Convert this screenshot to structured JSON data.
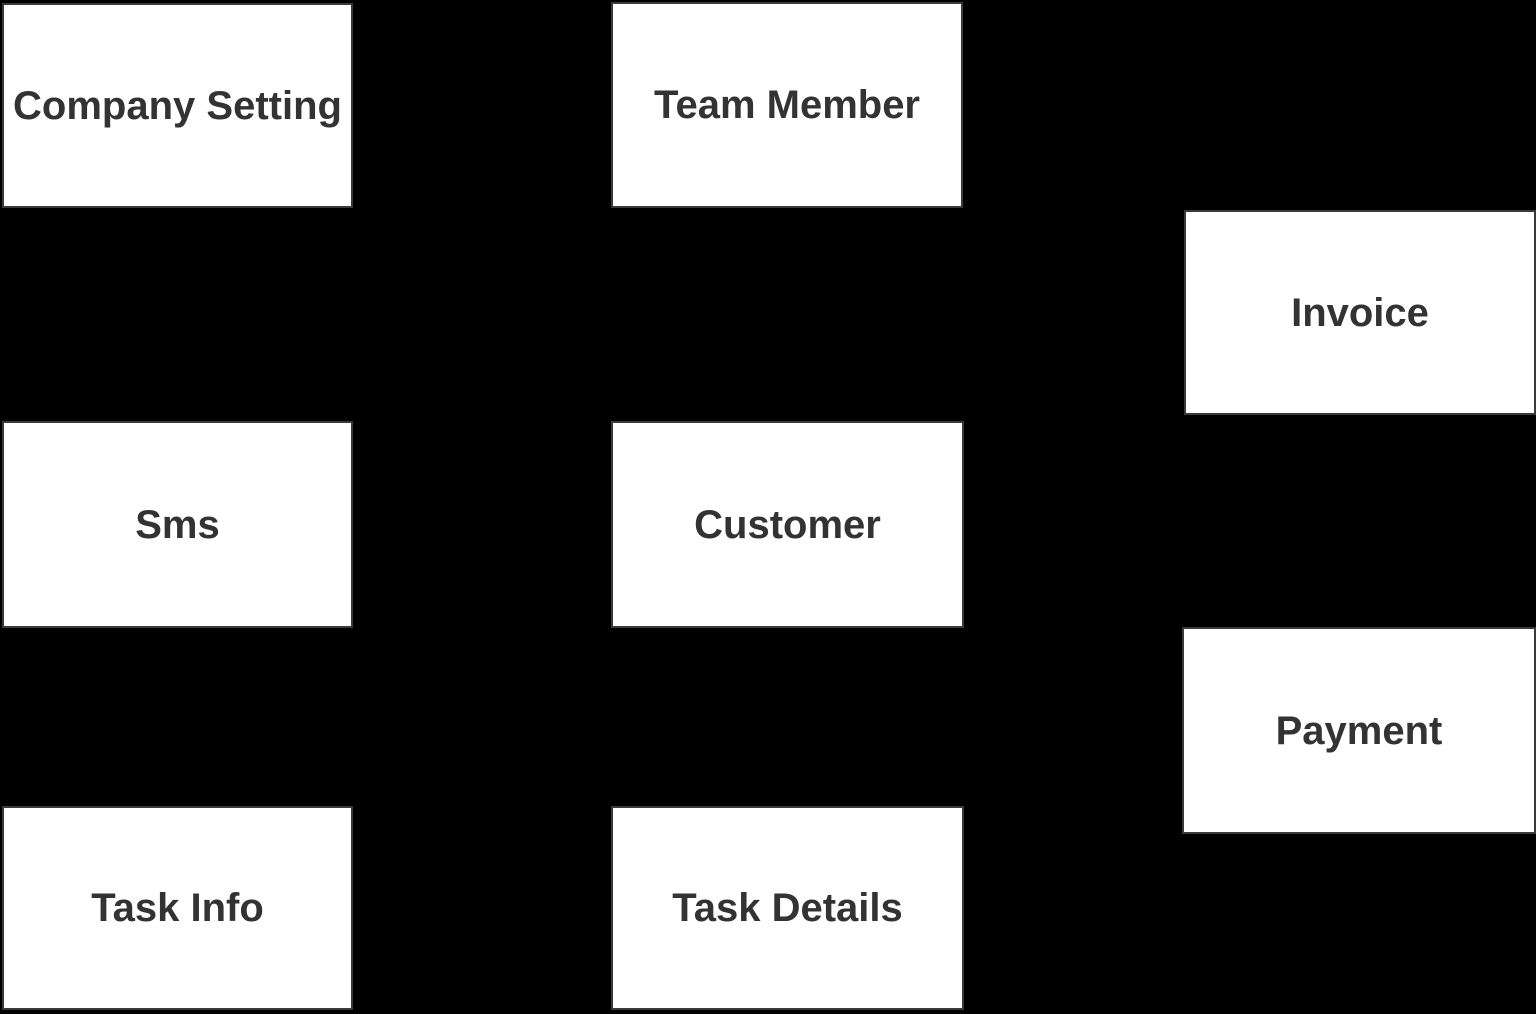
{
  "diagram": {
    "type": "entity-relationship-diagram",
    "theme": {
      "background": "#000000",
      "node_fill": "#ffffff",
      "node_border": "#3a3a3a",
      "node_text_color": "#333333"
    },
    "nodes": [
      {
        "id": "company-setting",
        "label": "Company Setting"
      },
      {
        "id": "team-member",
        "label": "Team Member"
      },
      {
        "id": "invoice",
        "label": "Invoice"
      },
      {
        "id": "sms",
        "label": "Sms"
      },
      {
        "id": "customer",
        "label": "Customer"
      },
      {
        "id": "payment",
        "label": "Payment"
      },
      {
        "id": "task-info",
        "label": "Task Info"
      },
      {
        "id": "task-details",
        "label": "Task Details"
      }
    ],
    "edges": []
  }
}
